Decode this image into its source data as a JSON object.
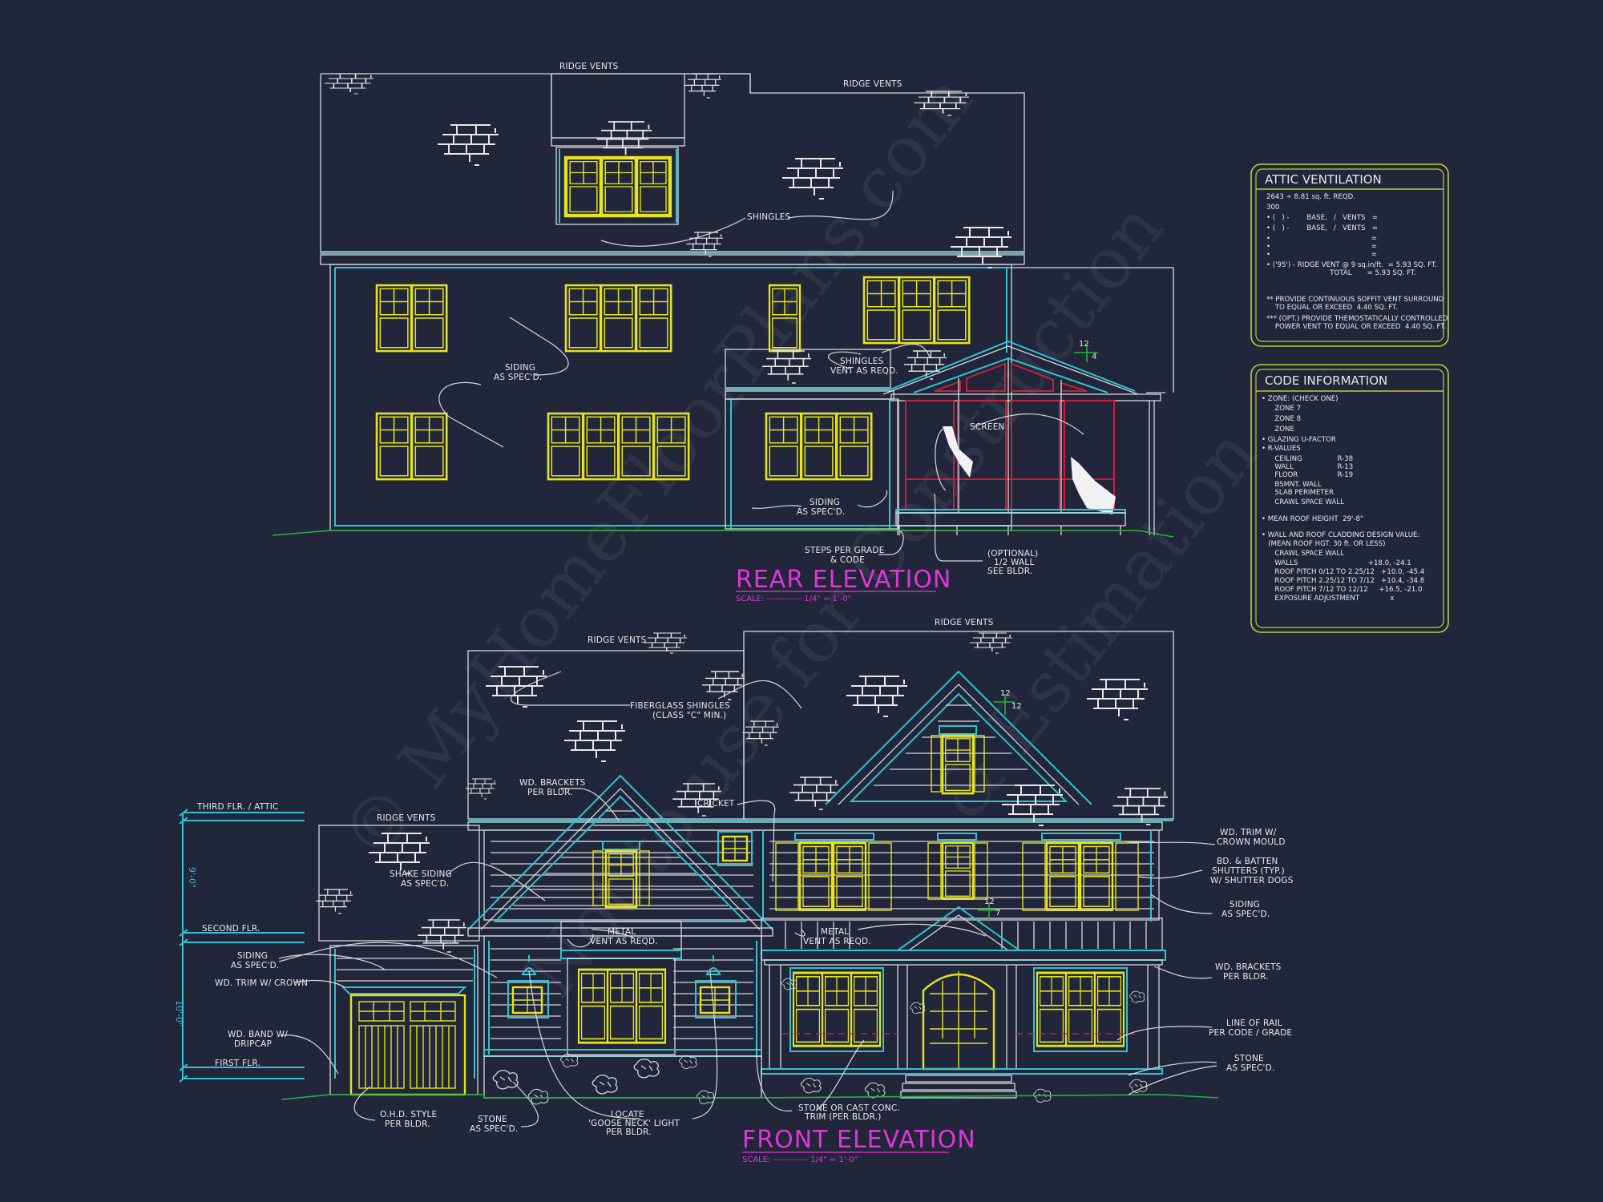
{
  "colors": {
    "background": "#22263a",
    "linework": "#d8d8dc",
    "trim": "#2ec4d0",
    "windows": "#e6e41c",
    "screen_frame": "#c4223a",
    "grade_line": "#25b43a",
    "title": "#e036d8",
    "table_border": "#c8c832"
  },
  "watermark": {
    "line1": "© MyHomeFloorPlans.com",
    "line2": "Not to use for Construction",
    "line3": "& Estimation"
  },
  "rear_elevation": {
    "title": "REAR ELEVATION",
    "scale": "SCALE: ------------ 1/4\" = 1'-0\"",
    "labels": {
      "ridge_vents_1": "RIDGE VENTS",
      "ridge_vents_2": "RIDGE VENTS",
      "shingles": "SHINGLES",
      "siding_1_l1": "SIDING",
      "siding_1_l2": "AS SPEC'D.",
      "shingles_vent_l1": "SHINGLES",
      "shingles_vent_l2": "VENT AS REQD.",
      "screen": "SCREEN",
      "siding_2_l1": "SIDING",
      "siding_2_l2": "AS SPEC'D.",
      "steps_l1": "STEPS PER GRADE",
      "steps_l2": "& CODE",
      "optional_l1": "(OPTIONAL)",
      "optional_l2": "1/2 WALL",
      "optional_l3": "SEE BLDR.",
      "pitch_rise": "12",
      "pitch_run": "4"
    }
  },
  "front_elevation": {
    "title": "FRONT ELEVATION",
    "scale": "SCALE: ------------ 1/4\" = 1'-0\"",
    "levels": {
      "third": "THIRD FLR. / ATTIC",
      "second": "SECOND FLR.",
      "first": "FIRST FLR.",
      "dim_upper": "9'-0\"",
      "dim_lower": "10'-0\""
    },
    "labels": {
      "ridge_vents_main": "RIDGE VENTS",
      "ridge_vents_left": "RIDGE VENTS",
      "ridge_vents_garage": "RIDGE VENTS",
      "fiberglass_l1": "FIBERGLASS SHINGLES",
      "fiberglass_l2": "(CLASS \"C\" MIN.)",
      "brackets_l1": "WD. BRACKETS",
      "brackets_l2": "PER BLDR.",
      "cricket": "CRICKET",
      "shake_l1": "SHAKE SIDING",
      "shake_l2": "AS SPEC'D.",
      "siding_left_l1": "SIDING",
      "siding_left_l2": "AS SPEC'D.",
      "trim_crown": "WD. TRIM W/ CROWN",
      "band_l1": "WD. BAND W/",
      "band_l2": "DRIPCAP",
      "ohd_l1": "O.H.D. STYLE",
      "ohd_l2": "PER BLDR.",
      "stone_left_l1": "STONE",
      "stone_left_l2": "AS SPEC'D.",
      "locate_l1": "LOCATE",
      "locate_l2": "'GOOSE NECK' LIGHT",
      "locate_l3": "PER BLDR.",
      "stone_cast_l1": "STONE OR CAST CONC.",
      "stone_cast_l2": "TRIM (PER BLDR.)",
      "metal_vent_1_l1": "METAL",
      "metal_vent_1_l2": "VENT AS REQD.",
      "metal_vent_2_l1": "METAL",
      "metal_vent_2_l2": "VENT AS REQD.",
      "trim_mould_l1": "WD. TRIM W/",
      "trim_mould_l2": "CROWN MOULD",
      "shutters_l1": "BD. & BATTEN",
      "shutters_l2": "SHUTTERS (TYP.)",
      "shutters_l3": "W/ SHUTTER DOGS",
      "siding_right_l1": "SIDING",
      "siding_right_l2": "AS SPEC'D.",
      "brackets_right_l1": "WD. BRACKETS",
      "brackets_right_l2": "PER BLDR.",
      "rail_l1": "LINE OF RAIL",
      "rail_l2": "PER CODE / GRADE",
      "stone_right_l1": "STONE",
      "stone_right_l2": "AS SPEC'D.",
      "pitch_main_rise": "12",
      "pitch_main_run": "12",
      "pitch_porch_rise": "12",
      "pitch_porch_run": "7"
    }
  },
  "attic_ventilation": {
    "title": "ATTIC VENTILATION",
    "lines": [
      "2643 ÷ 8.81 sq. ft. REQD.",
      "300",
      "• (   ) -        BASE,   /   VENTS   =",
      "• (   ) -        BASE,   /   VENTS   =",
      "•                                              =",
      "•                                              =",
      "•                                              =",
      "• ('95') - RIDGE VENT @ 9 sq.in/ft.  = 5.93 SQ. FT.",
      "                             TOTAL       = 5.93 SQ. FT.",
      "",
      "** PROVIDE CONTINUOUS SOFFIT VENT SURROUND",
      "    TO EQUAL OR EXCEED  4.40 SQ. FT.",
      "*** (OPT.) PROVIDE THEMOSTATICALLY CONTROLLED",
      "    POWER VENT TO EQUAL OR EXCEED  4.40 SQ. FT."
    ]
  },
  "code_information": {
    "title": "CODE INFORMATION",
    "lines": [
      "• ZONE: (CHECK ONE)",
      "      ZONE 7",
      "      ZONE 8",
      "      ZONE",
      "• GLAZING U-FACTOR",
      "• R-VALUES",
      "      CEILING                R-38",
      "      WALL                    R-13",
      "      FLOOR                  R-19",
      "      BSMNT. WALL",
      "      SLAB PERIMETER",
      "      CRAWL SPACE WALL",
      "",
      "• MEAN ROOF HEIGHT  29'-8\"",
      "",
      "• WALL AND ROOF CLADDING DESIGN VALUE:",
      "   (MEAN ROOF HGT. 30 ft. OR LESS)",
      "      CRAWL SPACE WALL",
      "      WALLS                                +18.0, -24.1",
      "      ROOF PITCH 0/12 TO 2.25/12   +10.0, -45.4",
      "      ROOF PITCH 2.25/12 TO 7/12   +10.4, -34.8",
      "      ROOF PITCH 7/12 TO 12/12     +16.5, -21.0",
      "      EXPOSURE ADJUSTMENT              x"
    ]
  }
}
